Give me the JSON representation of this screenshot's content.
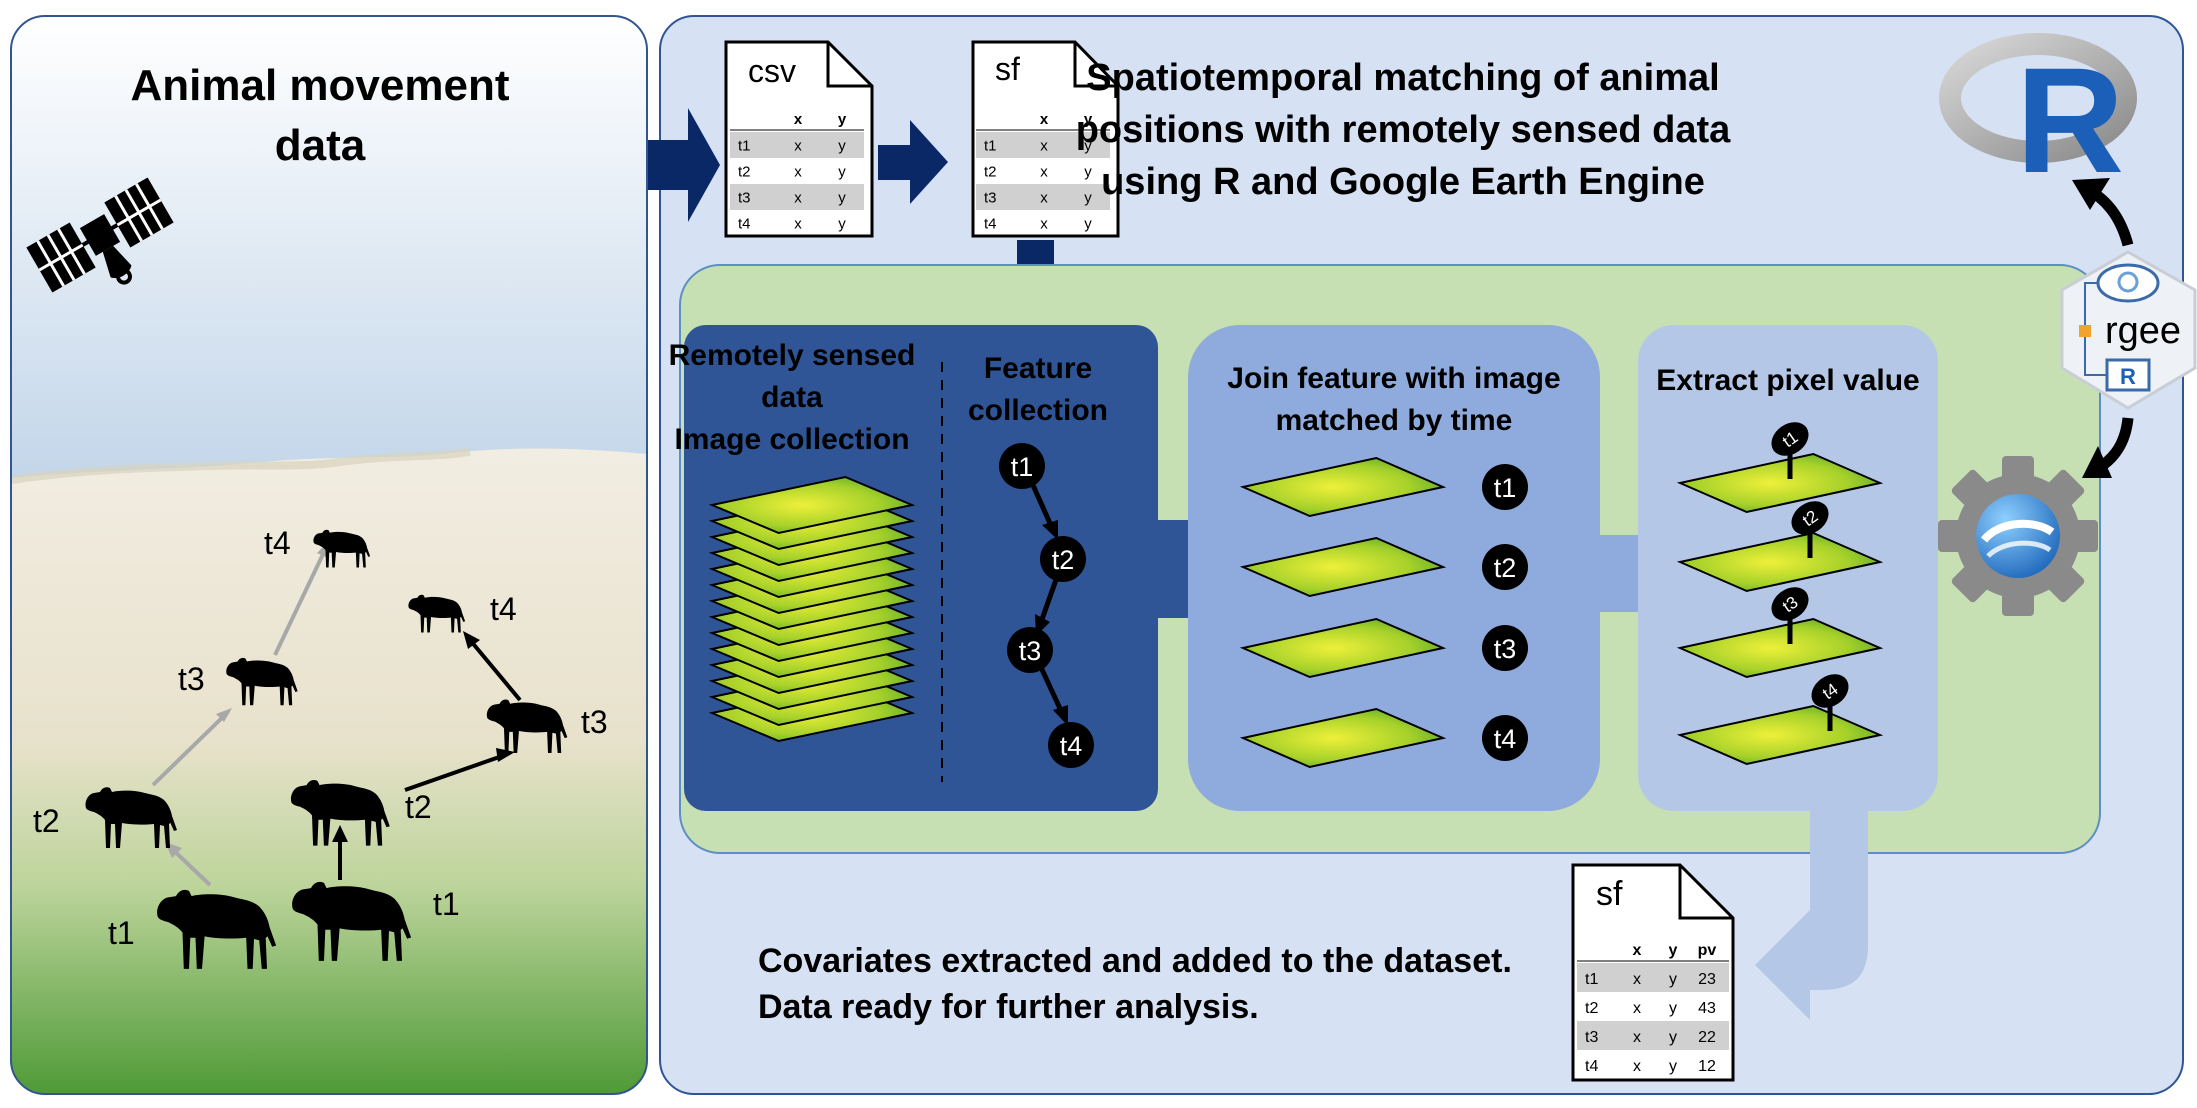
{
  "left_panel": {
    "title_line1": "Animal movement",
    "title_line2": "data",
    "satellite_icon": "satellite-icon",
    "path_a": [
      {
        "label": "t1"
      },
      {
        "label": "t2"
      },
      {
        "label": "t3"
      },
      {
        "label": "t4"
      }
    ],
    "path_b": [
      {
        "label": "t1"
      },
      {
        "label": "t2"
      },
      {
        "label": "t3"
      },
      {
        "label": "t4"
      }
    ]
  },
  "title": {
    "line1": "Spatiotemporal matching of animal",
    "line2": "positions with remotely sensed data",
    "line3": "using R and Google Earth Engine"
  },
  "csv_doc": {
    "label": "csv",
    "headers": [
      "",
      "x",
      "y"
    ],
    "rows": [
      [
        "t1",
        "x",
        "y"
      ],
      [
        "t2",
        "x",
        "y"
      ],
      [
        "t3",
        "x",
        "y"
      ],
      [
        "t4",
        "x",
        "y"
      ]
    ]
  },
  "sf_doc": {
    "label": "sf",
    "headers": [
      "",
      "x",
      "y"
    ],
    "rows": [
      [
        "t1",
        "x",
        "y"
      ],
      [
        "t2",
        "x",
        "y"
      ],
      [
        "t3",
        "x",
        "y"
      ],
      [
        "t4",
        "x",
        "y"
      ]
    ]
  },
  "step1": {
    "left_title_line1": "Remotely sensed",
    "left_title_line2": "data",
    "left_title_line3": "Image collection",
    "right_title_line1": "Feature",
    "right_title_line2": "collection",
    "nodes": [
      "t1",
      "t2",
      "t3",
      "t4"
    ]
  },
  "step2": {
    "title_line1": "Join feature with image",
    "title_line2": "matched by time",
    "labels": [
      "t1",
      "t2",
      "t3",
      "t4"
    ]
  },
  "step3": {
    "title": "Extract pixel value",
    "pins": [
      "t1",
      "t2",
      "t3",
      "t4"
    ]
  },
  "rgee": {
    "label": "rgee",
    "r_logo_letter": "R",
    "small_r": "R"
  },
  "result_doc": {
    "label": "sf",
    "headers": [
      "",
      "x",
      "y",
      "pv"
    ],
    "rows": [
      [
        "t1",
        "x",
        "y",
        "23"
      ],
      [
        "t2",
        "x",
        "y",
        "43"
      ],
      [
        "t3",
        "x",
        "y",
        "22"
      ],
      [
        "t4",
        "x",
        "y",
        "12"
      ]
    ]
  },
  "footer": {
    "line1": "Covariates extracted and added to the dataset.",
    "line2": "Data ready for further analysis."
  },
  "colors": {
    "navy": "#0b2866",
    "main_panel": "#d6e1f3",
    "green_panel": "#c6e0b4",
    "step1_bg": "#2f5597",
    "step2_bg": "#8faadc",
    "step3_bg": "#b4c7e7"
  }
}
